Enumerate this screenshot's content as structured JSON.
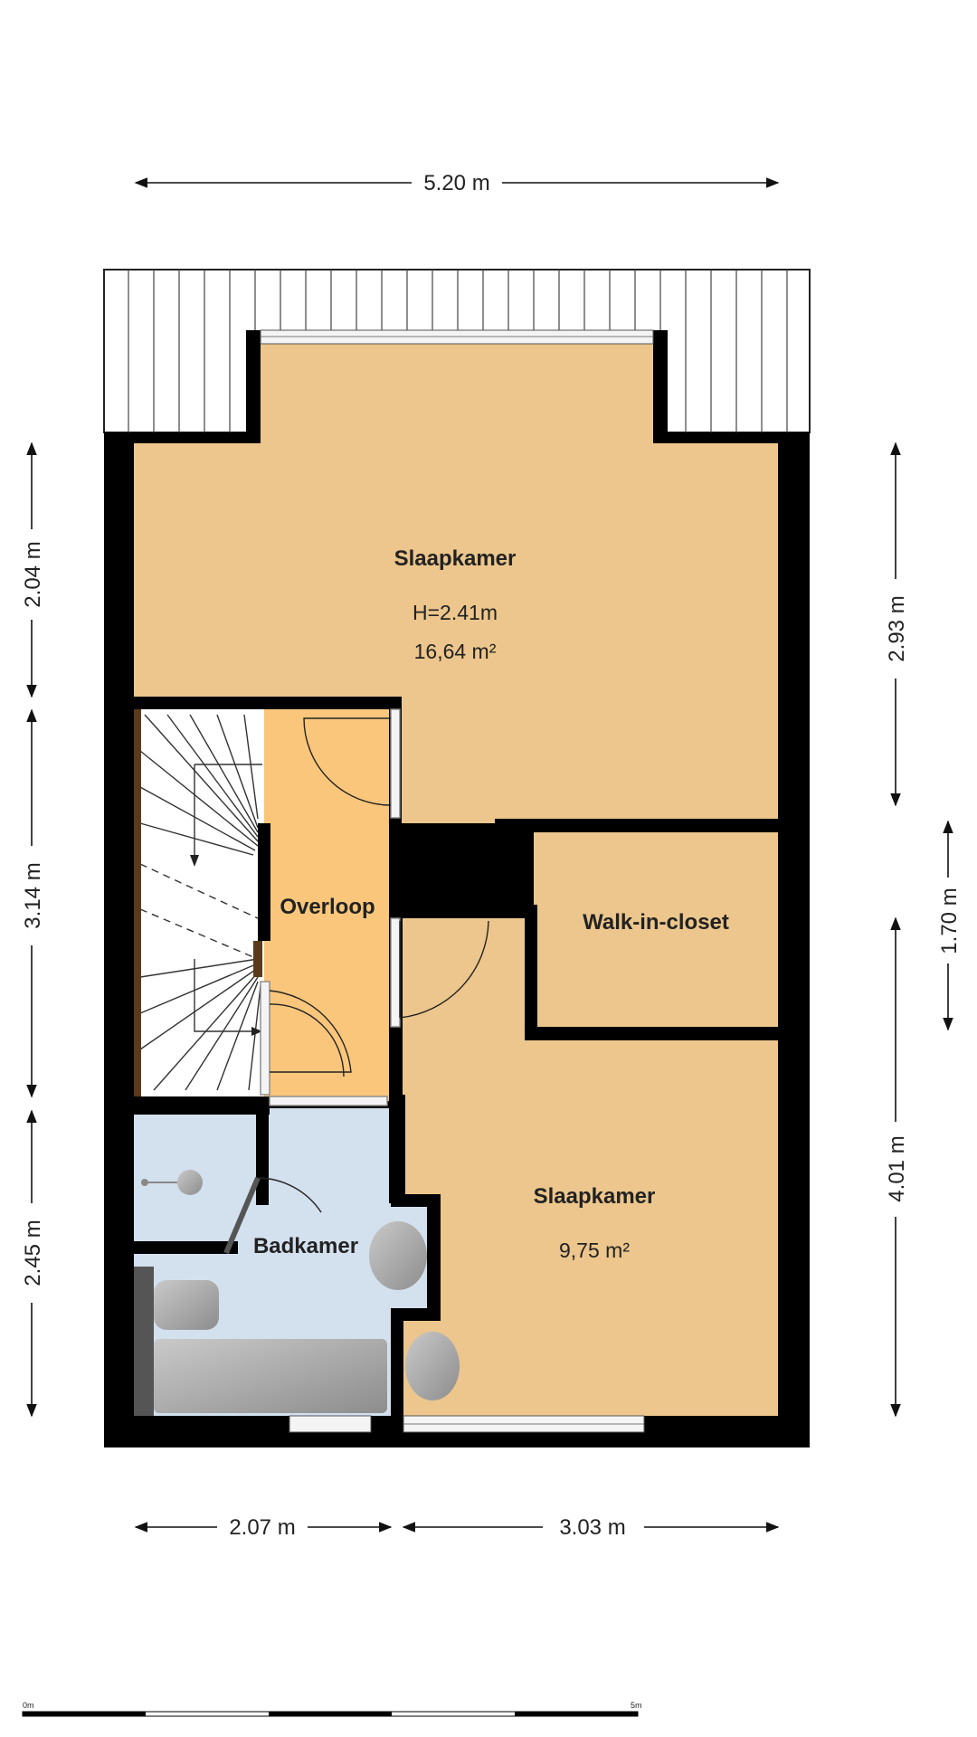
{
  "dimensions": {
    "top_width": "5.20 m",
    "bottom_left": "2.07 m",
    "bottom_right": "3.03 m",
    "left_top": "2.04 m",
    "left_middle": "3.14 m",
    "left_bottom": "2.45 m",
    "right_top": "2.93 m",
    "right_closet": "1.70 m",
    "right_bottom": "4.01 m"
  },
  "rooms": {
    "bedroom_large": {
      "name": "Slaapkamer",
      "height": "H=2.41m",
      "area": "16,64 m²"
    },
    "landing": {
      "name": "Overloop"
    },
    "closet": {
      "name": "Walk-in-closet"
    },
    "bedroom_small": {
      "name": "Slaapkamer",
      "area": "9,75 m²"
    },
    "bathroom": {
      "name": "Badkamer"
    }
  },
  "scale_bar": {
    "start": "0m",
    "end": "5m"
  },
  "colors": {
    "wall": "#000000",
    "bedroom": "#ECC68C",
    "landing": "#FAC67B",
    "bathroom": "#D3E0EE",
    "fixture": "#9A9A9A",
    "roof": "#FFFFFF"
  }
}
